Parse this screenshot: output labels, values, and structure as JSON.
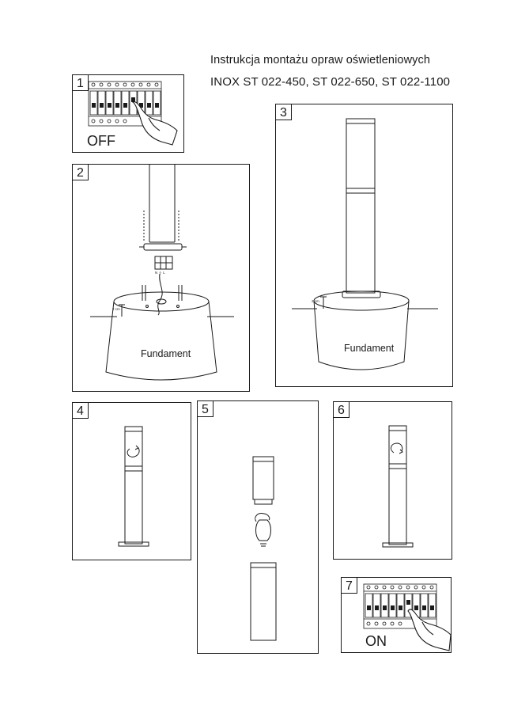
{
  "title": {
    "line1": "Instrukcja montażu opraw oświetleniowych",
    "line2": "INOX ST 022-450, ST 022-650, ST 022-1100"
  },
  "steps": [
    {
      "number": "1",
      "label": "OFF"
    },
    {
      "number": "2",
      "foundation_label": "Fundament",
      "depth_label": "2 cm",
      "terminal_label": "N ⏚ L"
    },
    {
      "number": "3",
      "foundation_label": "Fundament",
      "depth_label": "2 cm"
    },
    {
      "number": "4"
    },
    {
      "number": "5"
    },
    {
      "number": "6"
    },
    {
      "number": "7",
      "label": "ON"
    }
  ]
}
